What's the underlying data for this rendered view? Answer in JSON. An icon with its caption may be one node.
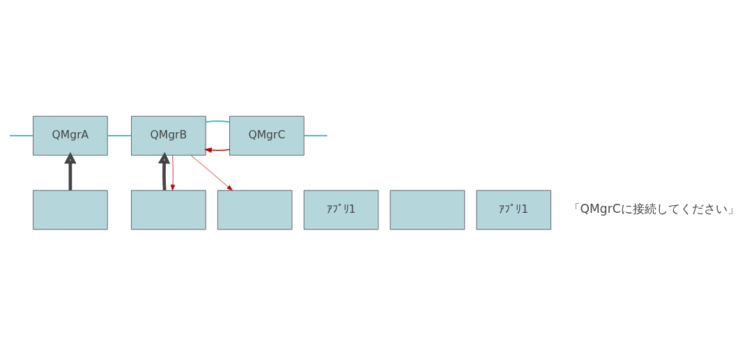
{
  "diagram": {
    "nodes": [
      {
        "text": [
          "QMgrA"
        ]
      },
      {
        "text": [
          "QMgrB"
        ]
      },
      {
        "text": [
          "QMgrC"
        ]
      },
      {
        "text": [],
        "shape": "box"
      },
      {
        "text": [
          "ｱﾌﾟﾘ1"
        ]
      },
      {
        "text": [],
        "shape": "box"
      },
      {
        "text": [],
        "shape": "box"
      },
      {
        "text": [],
        "shape": "box"
      },
      {
        "text": [
          "ｱﾌﾟﾘ1"
        ]
      }
    ],
    "edges": [
      {
        "from": null,
        "to": 0,
        "arrow": "none",
        "color": "#2ab3c0"
      },
      {
        "from": 0,
        "to": 1,
        "arrow": "none",
        "color": "#2ab3c0"
      },
      {
        "from": 1,
        "to": 2,
        "arrow": "none",
        "color": "#2ab3c0"
      },
      {
        "from": 2,
        "to": null,
        "arrow": "none",
        "color": "#2ab3c0"
      },
      {
        "from": 3,
        "to": 0,
        "arrow": "to",
        "style": "thick",
        "color": "#444444"
      },
      {
        "from": 5,
        "to": 1,
        "arrow": "to",
        "style": "thick",
        "color": "#444444"
      },
      {
        "from": 2,
        "to": 1,
        "arrow": "to",
        "color": "#c00000"
      },
      {
        "from": 1,
        "to": 6,
        "arrow": "to",
        "color": "#c00000"
      },
      {
        "from": 1,
        "to": 5,
        "arrow": "to",
        "color": "#c00000"
      }
    ],
    "labels": [
      "「QMgrCに接続してください」"
    ]
  }
}
